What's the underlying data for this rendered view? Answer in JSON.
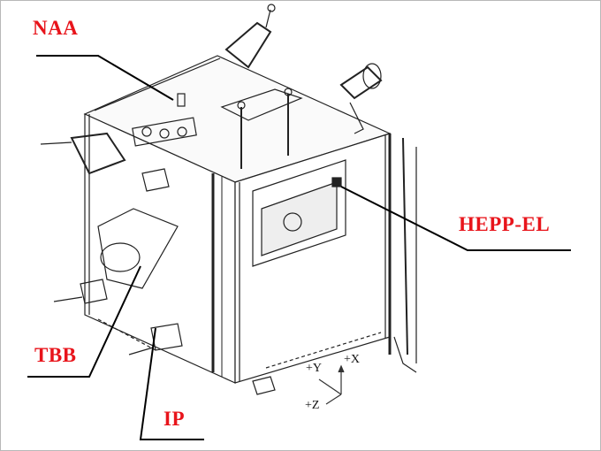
{
  "labels": {
    "naa": "NAA",
    "hepp_el": "HEPP-EL",
    "tbb": "TBB",
    "ip": "IP"
  },
  "axes": {
    "y": "+Y",
    "x": "+X",
    "z": "+Z"
  },
  "colors": {
    "label": "#e8141b",
    "drawing": "#222222"
  }
}
